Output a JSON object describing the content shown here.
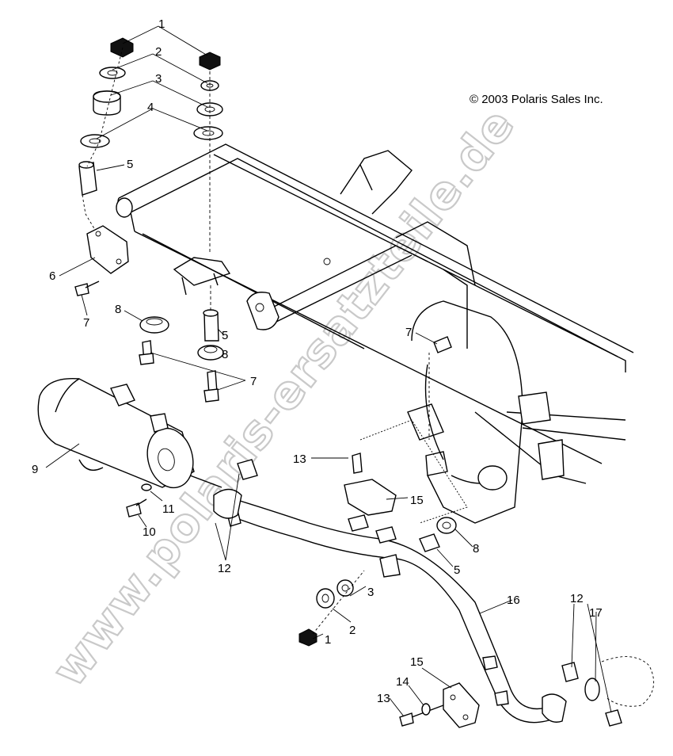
{
  "copyright": "© 2003 Polaris Sales Inc.",
  "watermark": "www.polaris-ersatzteile.de",
  "callouts": [
    "1",
    "2",
    "3",
    "4",
    "5",
    "6",
    "7",
    "8",
    "9",
    "10",
    "11",
    "12",
    "13",
    "14",
    "15",
    "16",
    "17"
  ],
  "colors": {
    "ink": "#000000",
    "watermark": "#c9c9c9",
    "background": "#ffffff"
  }
}
